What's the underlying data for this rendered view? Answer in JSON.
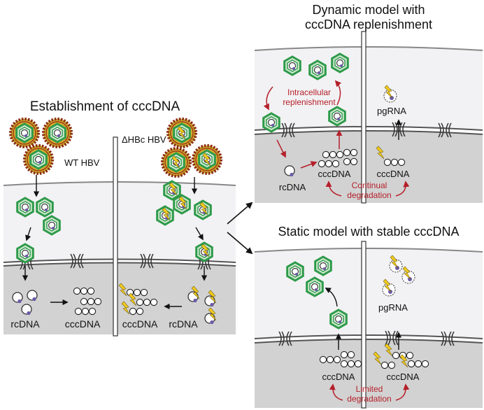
{
  "left_panel": {
    "title": "Establishment of cccDNA",
    "wt_label": "WT HBV",
    "mutant_label": "ΔHBc HBV",
    "rcdna_left": "rcDNA",
    "cccdna_left": "cccDNA",
    "rcdna_right": "rcDNA",
    "cccdna_right": "cccDNA"
  },
  "top_right_panel": {
    "title_line1": "Dynamic model with",
    "title_line2": "cccDNA replenishment",
    "replenish_line1": "Intracellular",
    "replenish_line2": "replenishment",
    "rcdna": "rcDNA",
    "cccdna_left": "cccDNA",
    "cccdna_right": "cccDNA",
    "pgrna": "pgRNA",
    "degradation_line1": "Continual",
    "degradation_line2": "degradation"
  },
  "bottom_right_panel": {
    "title": "Static model with stable cccDNA",
    "pgrna": "pgRNA",
    "cccdna_left": "cccDNA",
    "cccdna_right": "cccDNA",
    "degradation_line1": "Limited",
    "degradation_line2": "degradation"
  },
  "colors": {
    "capsid_green": "#2e9a4a",
    "capsid_fill": "#cfe8cf",
    "envelope_red": "#a33a1c",
    "arrow_red": "#b5202a",
    "nucleus_gray": "#d2d2d2",
    "cytoplasm_gray": "#f2f2f4",
    "lightning_yellow": "#f2cc1e"
  }
}
